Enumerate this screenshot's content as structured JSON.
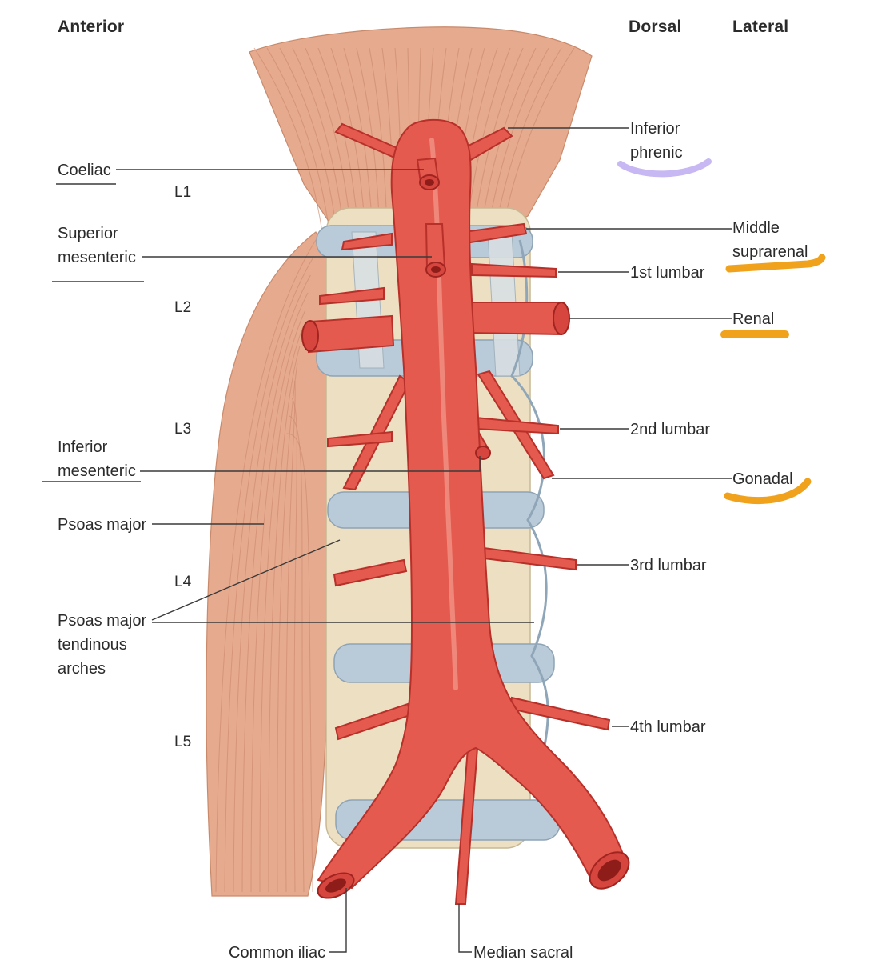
{
  "headers": {
    "anterior": "Anterior",
    "dorsal": "Dorsal",
    "lateral": "Lateral"
  },
  "levels": {
    "l1": "L1",
    "l2": "L2",
    "l3": "L3",
    "l4": "L4",
    "l5": "L5"
  },
  "labels": {
    "coeliac": "Coeliac",
    "superior_mesenteric_1": "Superior",
    "superior_mesenteric_2": "mesenteric",
    "inferior_mesenteric_1": "Inferior",
    "inferior_mesenteric_2": "mesenteric",
    "psoas_major": "Psoas major",
    "psoas_arches_1": "Psoas major",
    "psoas_arches_2": "tendinous",
    "psoas_arches_3": "arches",
    "common_iliac": "Common iliac",
    "median_sacral": "Median sacral",
    "inferior_phrenic_1": "Inferior",
    "inferior_phrenic_2": "phrenic",
    "middle_suprarenal_1": "Middle",
    "middle_suprarenal_2": "suprarenal",
    "first_lumbar": "1st lumbar",
    "renal": "Renal",
    "second_lumbar": "2nd lumbar",
    "gonadal": "Gonadal",
    "third_lumbar": "3rd lumbar",
    "fourth_lumbar": "4th lumbar"
  },
  "colors": {
    "aorta": "#e45a4e",
    "highlight_purple": "#c7b7f2",
    "highlight_orange": "#f0a21c"
  }
}
